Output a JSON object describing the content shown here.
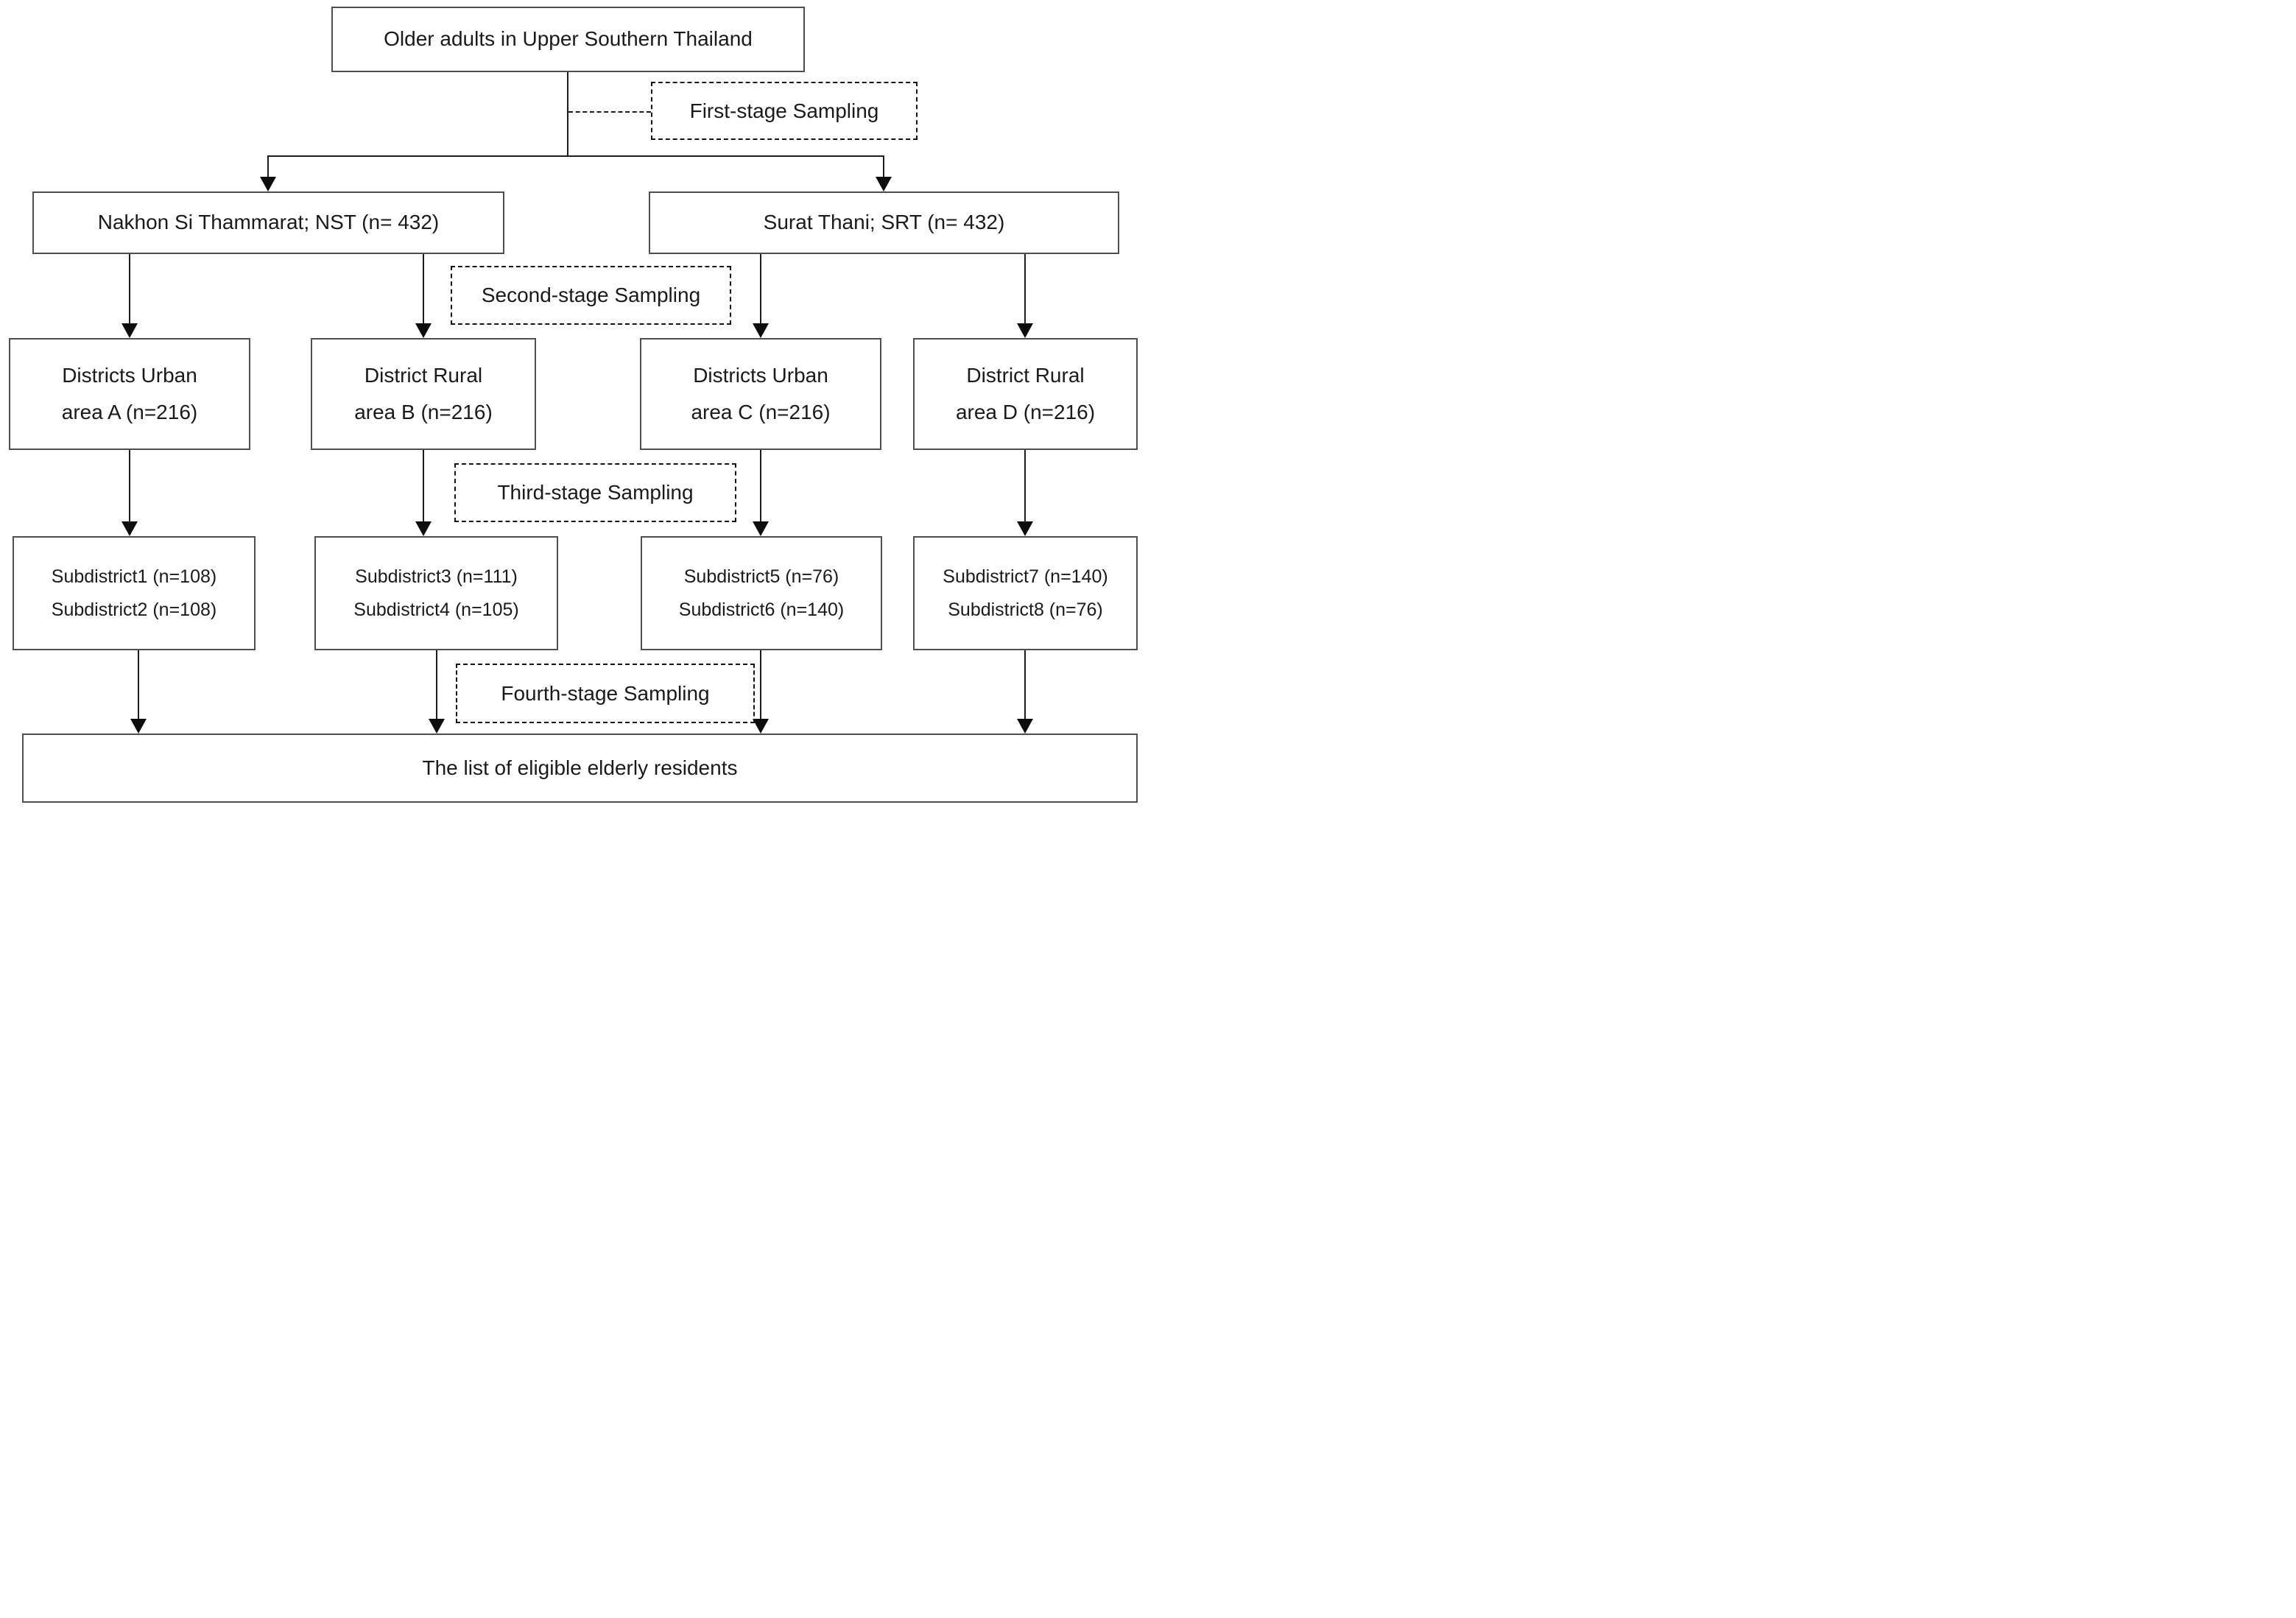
{
  "figure": {
    "root": {
      "label": "Older adults in Upper Southern Thailand"
    },
    "stage_labels": {
      "first": "First-stage Sampling",
      "second": "Second-stage Sampling",
      "third": "Third-stage Sampling",
      "fourth": "Fourth-stage Sampling"
    },
    "provinces": [
      {
        "label": "Nakhon Si Thammarat; NST (n= 432)"
      },
      {
        "label": "Surat Thani; SRT (n= 432)"
      }
    ],
    "districts": [
      {
        "line1": "Districts Urban",
        "line2": "area A (n=216)"
      },
      {
        "line1": "District Rural",
        "line2": "area B (n=216)"
      },
      {
        "line1": "Districts Urban",
        "line2": "area C (n=216)"
      },
      {
        "line1": "District Rural",
        "line2": "area D (n=216)"
      }
    ],
    "subdistricts": [
      {
        "line1": "Subdistrict1 (n=108)",
        "line2": "Subdistrict2 (n=108)"
      },
      {
        "line1": "Subdistrict3 (n=111)",
        "line2": "Subdistrict4 (n=105)"
      },
      {
        "line1": "Subdistrict5 (n=76)",
        "line2": "Subdistrict6 (n=140)"
      },
      {
        "line1": "Subdistrict7 (n=140)",
        "line2": "Subdistrict8 (n=76)"
      }
    ],
    "result": {
      "label": "The list of eligible elderly residents"
    },
    "colors": {
      "line": "#1a1a1a",
      "box_border": "#4f4f4f",
      "background": "#ffffff"
    }
  }
}
